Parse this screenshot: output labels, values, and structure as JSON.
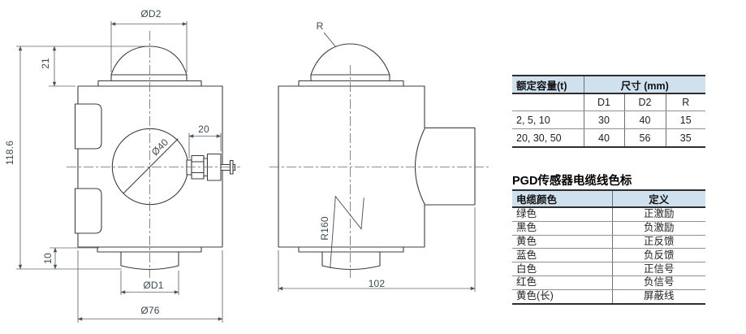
{
  "drawing": {
    "front_view": {
      "dims": {
        "top_diameter": "ØD2",
        "dome_height": "21",
        "total_height": "118.6",
        "hole_diameter": "Ø40",
        "connector_offset": "20",
        "boss_height": "10",
        "bottom_boss_diameter": "ØD1",
        "body_diameter": "Ø76"
      }
    },
    "side_view": {
      "dims": {
        "dome_radius": "R",
        "bottom_radius": "R160",
        "depth": "102"
      }
    }
  },
  "tables": {
    "capacity": {
      "header": {
        "col1": "额定容量(t)",
        "col2": "尺寸 (mm)"
      },
      "subheader": [
        "",
        "D1",
        "D2",
        "R"
      ],
      "rows": [
        {
          "capacity": "2, 5, 10",
          "d1": "30",
          "d2": "40",
          "r": "15"
        },
        {
          "capacity": "20, 30, 50",
          "d1": "40",
          "d2": "56",
          "r": "35"
        }
      ]
    },
    "cable": {
      "title": "PGD传感器电缆线色标",
      "header": {
        "color": "电缆颜色",
        "definition": "定义"
      },
      "rows": [
        {
          "color": "绿色",
          "definition": "正激励"
        },
        {
          "color": "黑色",
          "definition": "负激励"
        },
        {
          "color": "黄色",
          "definition": "正反馈"
        },
        {
          "color": "蓝色",
          "definition": "负反馈"
        },
        {
          "color": "白色",
          "definition": "正信号"
        },
        {
          "color": "红色",
          "definition": "负信号"
        },
        {
          "color": "黄色(长)",
          "definition": "屏蔽线"
        }
      ]
    }
  },
  "colors": {
    "table_header_bg": "#cfe0ef",
    "object_line": "#3c3c3c",
    "dim_text": "#3d4a52"
  }
}
